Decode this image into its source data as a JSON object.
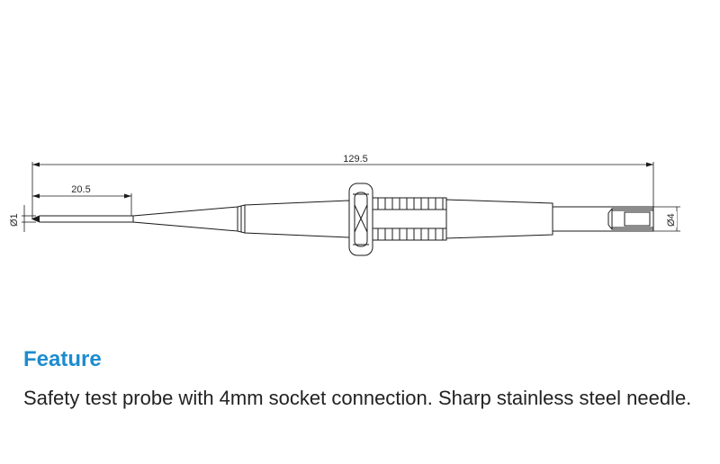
{
  "drawing": {
    "dim_overall_length": "129.5",
    "dim_needle_length": "20.5",
    "dim_needle_diameter": "Ø1",
    "dim_socket_diameter": "Ø4"
  },
  "feature": {
    "title": "Feature",
    "text": "Safety test probe with 4mm socket connection. Sharp stainless steel needle."
  },
  "colors": {
    "title": "#1d8ccf",
    "text": "#222222",
    "line": "#1a1a1a"
  }
}
